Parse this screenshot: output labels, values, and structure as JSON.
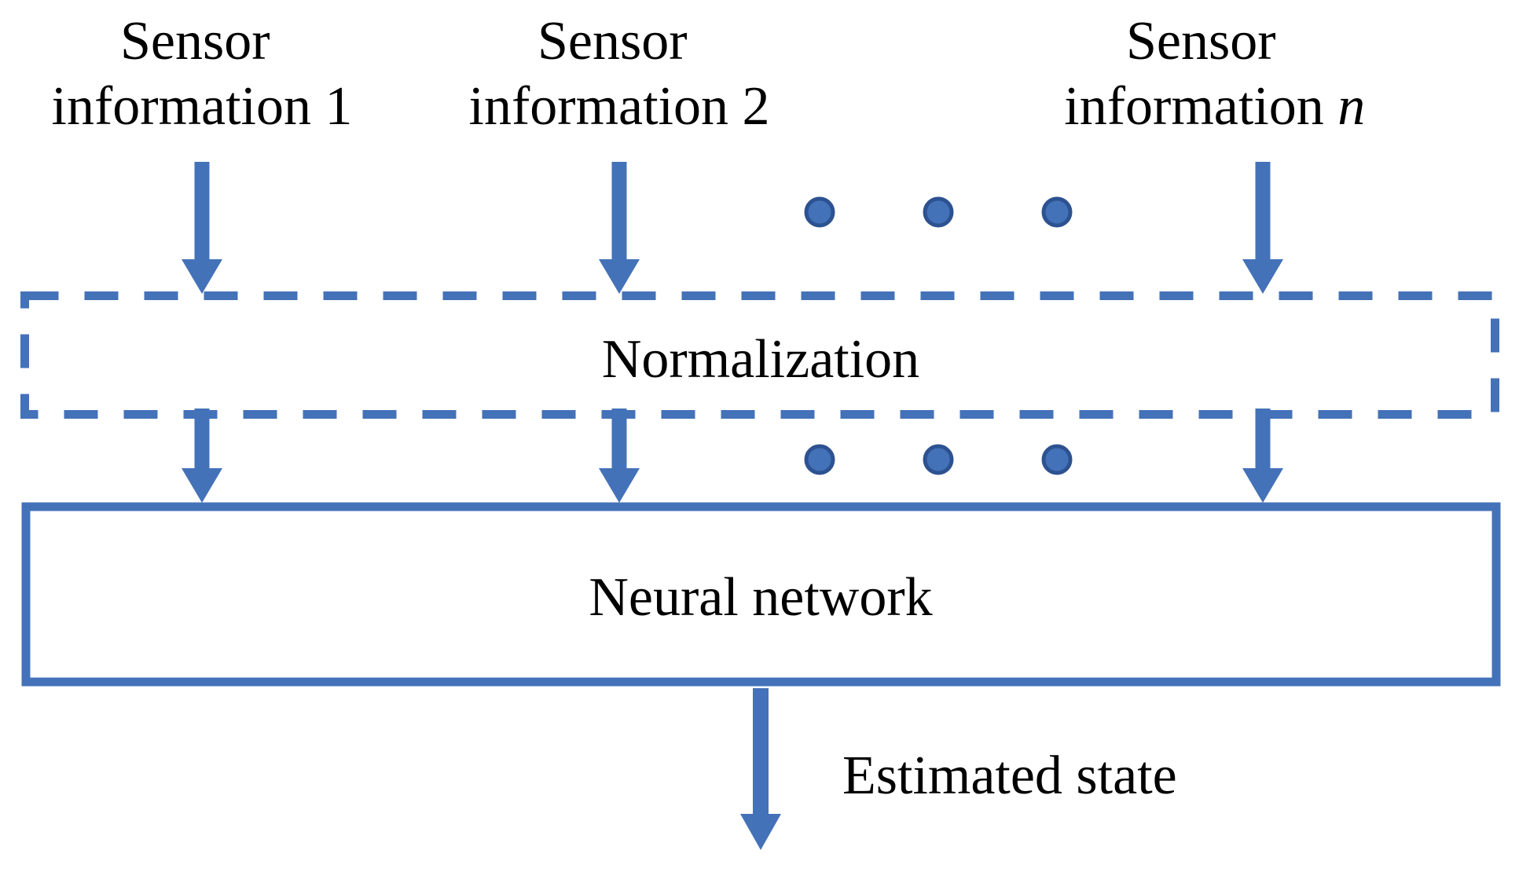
{
  "diagram": {
    "title_hint": "Sensor fusion neural network diagram",
    "colors": {
      "shape_blue": "#4472B8",
      "dot_fill": "#4472B8",
      "dot_stroke": "#2D5291",
      "text_black": "#000000"
    },
    "inputs": [
      {
        "line1": "Sensor",
        "line2": "information 1"
      },
      {
        "line1": "Sensor",
        "line2": "information 2"
      },
      {
        "line1": "Sensor",
        "line2_prefix": "information ",
        "line2_var": "n"
      }
    ],
    "normalization_label": "Normalization",
    "neural_network_label": "Neural network",
    "output_label": "Estimated state"
  }
}
